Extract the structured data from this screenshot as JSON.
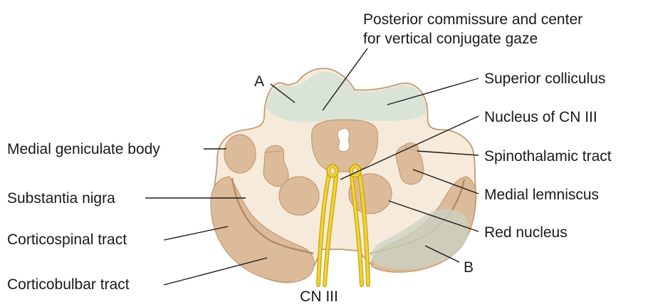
{
  "labels": {
    "posterior_commissure_line1": "Posterior commissure and center",
    "posterior_commissure_line2": "for vertical conjugate gaze",
    "a": "A",
    "superior_colliculus": "Superior colliculus",
    "nucleus_cn3": "Nucleus of CN III",
    "medial_geniculate_body": "Medial geniculate body",
    "spinothalamic_tract": "Spinothalamic tract",
    "substantia_nigra": "Substantia nigra",
    "medial_lemniscus": "Medial lemniscus",
    "corticospinal_tract": "Corticospinal tract",
    "red_nucleus": "Red nucleus",
    "b": "B",
    "corticobulbar_tract": "Corticobulbar tract",
    "cn3": "CN III"
  },
  "colors": {
    "tegmentum": "#f6eadb",
    "outline": "#c49a72",
    "structure": "#dcbb9a",
    "tectum_tint": "#d6e3d6",
    "lesion_tint": "#c9d3c4",
    "nerve": "#f2d33a",
    "nerve_outline": "#c9a400",
    "substantia_nigra_band": "#b58a63"
  }
}
